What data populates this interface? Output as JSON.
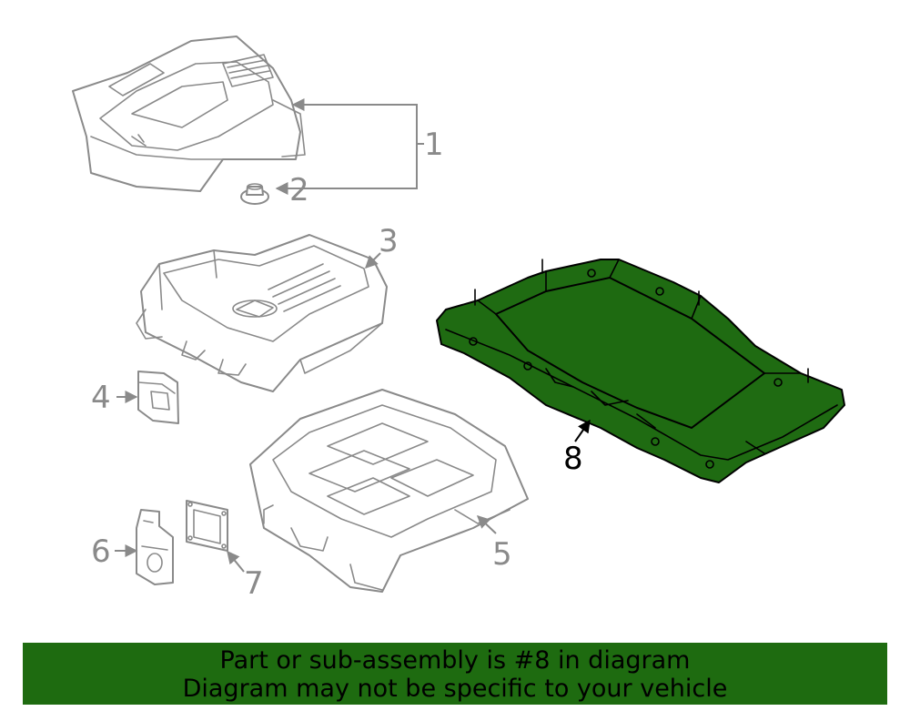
{
  "callouts": {
    "c1": "1",
    "c2": "2",
    "c3": "3",
    "c4": "4",
    "c5": "5",
    "c6": "6",
    "c7": "7",
    "c8": "8"
  },
  "highlighted_part": "8",
  "colors": {
    "highlight_fill": "#1f6b12",
    "banner_bg": "#1e6b10",
    "line_gray": "#8a8a8a"
  },
  "banner": {
    "line1": "Part or sub-assembly is #8 in diagram",
    "line2": "Diagram may not be specific to your vehicle"
  }
}
